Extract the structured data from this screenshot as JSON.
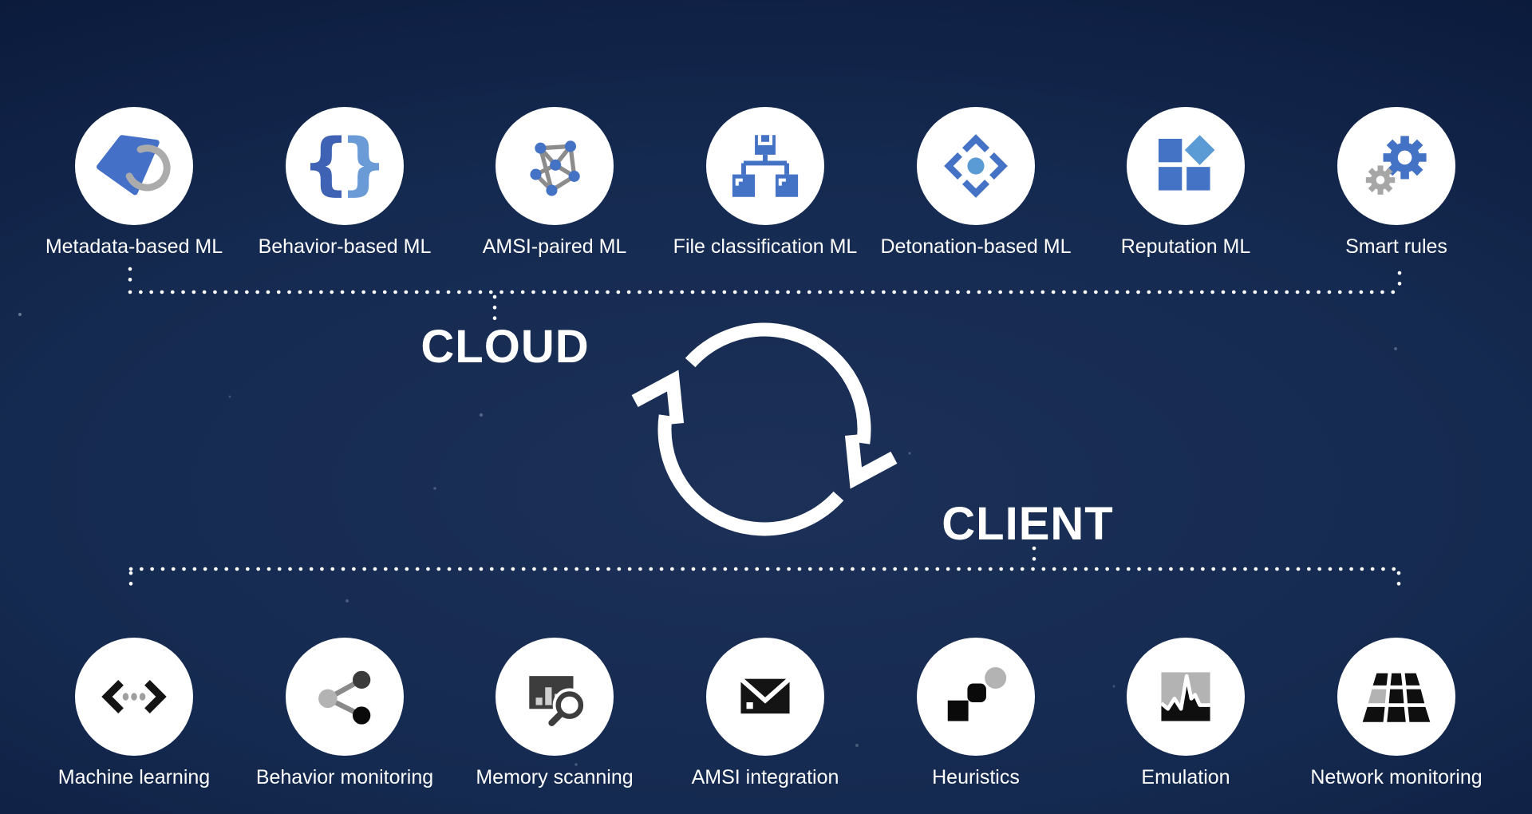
{
  "diagram": {
    "cloud_label": "CLOUD",
    "client_label": "CLIENT",
    "sync_icon": "sync-arrows-icon",
    "cloud_items": [
      {
        "label": "Metadata-based ML",
        "icon": "tag-icon"
      },
      {
        "label": "Behavior-based ML",
        "icon": "braces-icon"
      },
      {
        "label": "AMSI-paired ML",
        "icon": "network-graph-icon"
      },
      {
        "label": "File classification ML",
        "icon": "hierarchy-icon"
      },
      {
        "label": "Detonation-based ML",
        "icon": "target-chevrons-icon"
      },
      {
        "label": "Reputation ML",
        "icon": "squares-diamond-icon"
      },
      {
        "label": "Smart rules",
        "icon": "gears-icon"
      }
    ],
    "client_items": [
      {
        "label": "Machine learning",
        "icon": "code-brackets-icon"
      },
      {
        "label": "Behavior monitoring",
        "icon": "share-nodes-icon"
      },
      {
        "label": "Memory scanning",
        "icon": "chart-magnifier-icon"
      },
      {
        "label": "AMSI integration",
        "icon": "envelope-icon"
      },
      {
        "label": "Heuristics",
        "icon": "shapes-icon"
      },
      {
        "label": "Emulation",
        "icon": "waveform-chart-icon"
      },
      {
        "label": "Network monitoring",
        "icon": "grid-tiles-icon"
      }
    ],
    "colors": {
      "background_center": "#1c3058",
      "background_edge": "#040b1d",
      "circle_fill": "#ffffff",
      "accent_blue": "#4472c4",
      "accent_light_blue": "#5b9bd5",
      "icon_gray": "#a6a6a6",
      "icon_dark": "#141414",
      "dotted_line": "#ffffff",
      "text": "#ffffff"
    }
  }
}
